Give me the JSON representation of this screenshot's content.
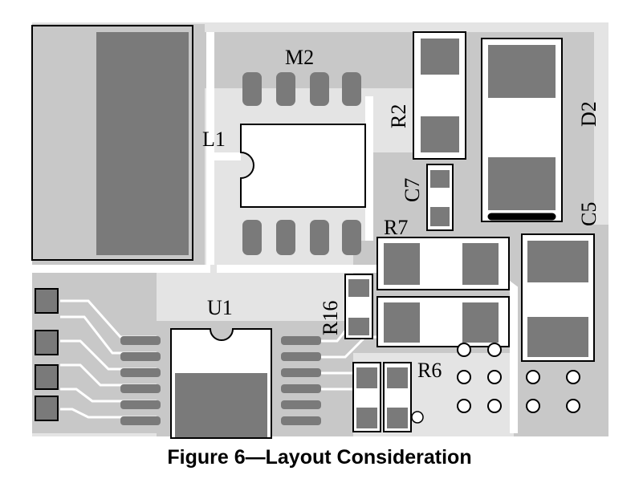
{
  "colors": {
    "copper": "#c8c8c8",
    "pad": "#7a7a7a",
    "outline": "#000000",
    "background": "#ffffff"
  },
  "labels": {
    "m2": "M2",
    "l1": "L1",
    "r2": "R2",
    "d2": "D2",
    "c7": "C7",
    "r7": "R7",
    "c5": "C5",
    "u1": "U1",
    "r16": "R16",
    "r6": "R6"
  },
  "caption": "Figure 6—Layout Consideration"
}
